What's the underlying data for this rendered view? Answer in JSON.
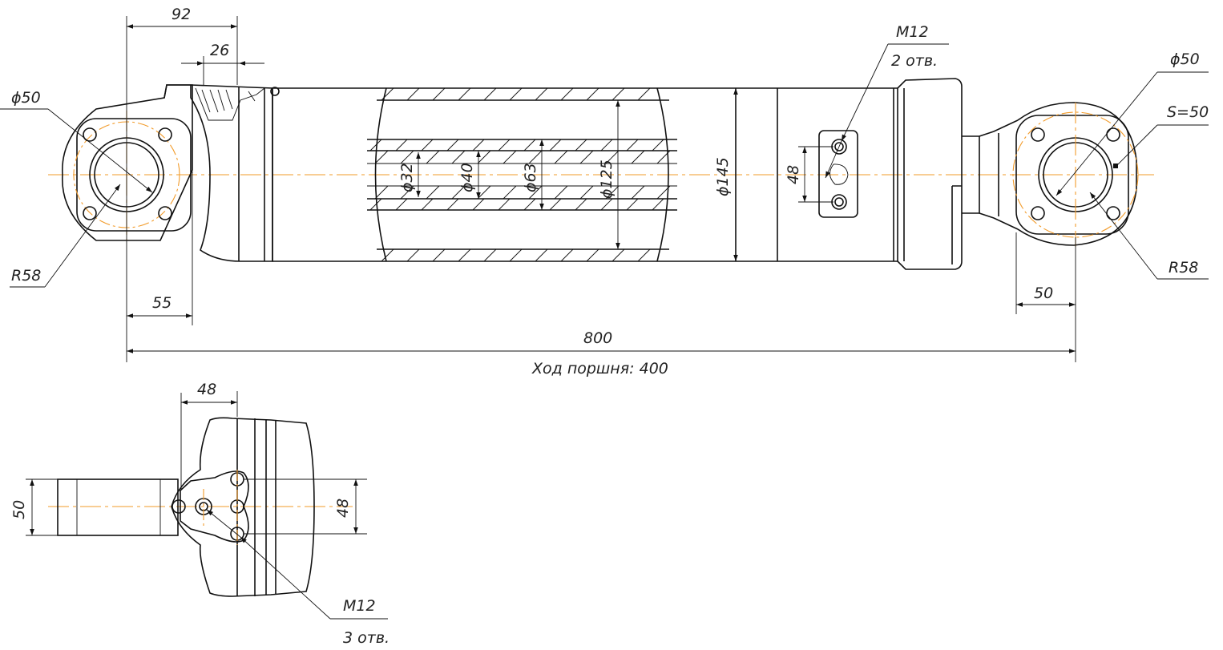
{
  "colors": {
    "line": "#111111",
    "centerline": "#f29b2a",
    "background": "#ffffff"
  },
  "dims": {
    "top_92": "92",
    "top_26": "26",
    "left_pin_dia": "ϕ50",
    "left_radius": "R58",
    "left_55": "55",
    "rod_32": "ϕ32",
    "rod_40": "ϕ40",
    "piston_63": "ϕ63",
    "bore_125": "ϕ125",
    "outer_145": "ϕ145",
    "port_spacing_48": "48",
    "port_thread": "M12",
    "port_count": "2 отв.",
    "right_pin_dia": "ϕ50",
    "right_width": "S=50",
    "right_radius": "R58",
    "right_50": "50",
    "length_800": "800",
    "stroke": "Ход поршня: 400",
    "bottom_48_top": "48",
    "bottom_50": "50",
    "bottom_48_right": "48",
    "bottom_thread": "M12",
    "bottom_count": "3 отв."
  }
}
